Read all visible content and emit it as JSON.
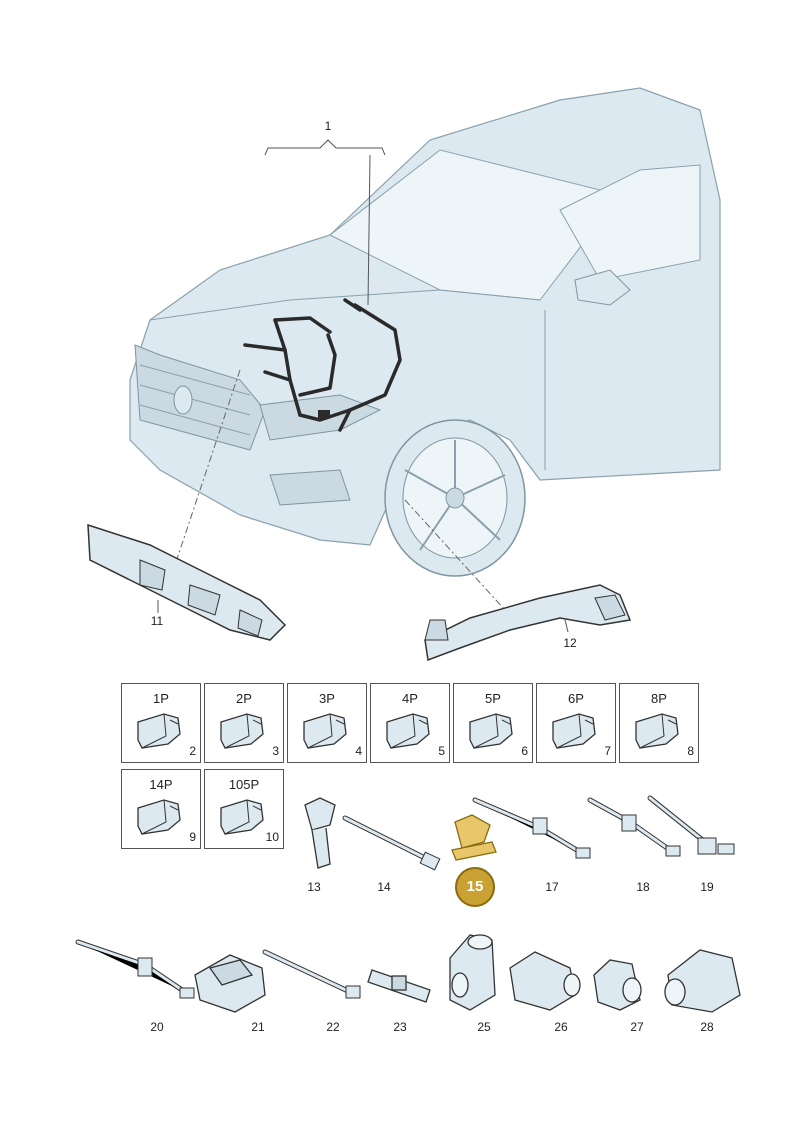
{
  "callouts": {
    "c1": "1",
    "c11": "11",
    "c12": "12",
    "c13": "13",
    "c14": "14",
    "c15": "15",
    "c17": "17",
    "c18": "18",
    "c19": "19",
    "c20": "20",
    "c21": "21",
    "c22": "22",
    "c23": "23",
    "c25": "25",
    "c26": "26",
    "c27": "27",
    "c28": "28"
  },
  "connector_boxes": [
    {
      "code": "1P",
      "num": "2"
    },
    {
      "code": "2P",
      "num": "3"
    },
    {
      "code": "3P",
      "num": "4"
    },
    {
      "code": "4P",
      "num": "5"
    },
    {
      "code": "5P",
      "num": "6"
    },
    {
      "code": "6P",
      "num": "7"
    },
    {
      "code": "8P",
      "num": "8"
    },
    {
      "code": "14P",
      "num": "9"
    },
    {
      "code": "105P",
      "num": "10"
    }
  ],
  "colors": {
    "highlight": "#c9a233",
    "car_fill": "#dce9f0",
    "line": "#555555",
    "harness": "#2a2a2a"
  }
}
